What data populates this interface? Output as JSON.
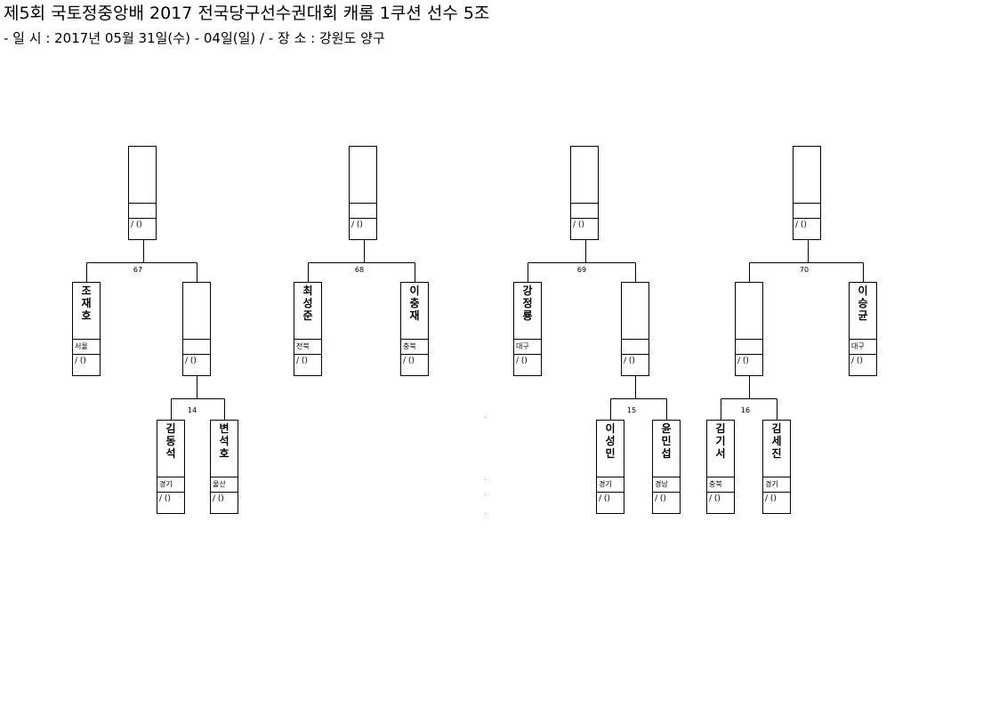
{
  "header": {
    "title": "제5회 국토정중앙배 2017 전국당구선수권대회 캐롬 1쿠션 선수 5조",
    "subtitle": "- 일 시 : 2017년 05월 31일(수) - 04일(일) / - 장 소 : 강원도 양구"
  },
  "bracket": {
    "winners": [
      {
        "name": "",
        "region": "",
        "score": "/ ()"
      },
      {
        "name": "",
        "region": "",
        "score": "/ ()"
      },
      {
        "name": "",
        "region": "",
        "score": "/ ()"
      },
      {
        "name": "",
        "region": "",
        "score": "/ ()"
      }
    ],
    "round2": [
      {
        "match": "67",
        "left": {
          "name": "조재호",
          "region": "서울",
          "score": "/ ()"
        },
        "right": {
          "name": "",
          "region": "",
          "score": "/ ()"
        }
      },
      {
        "match": "68",
        "left": {
          "name": "최성준",
          "region": "전북",
          "score": "/ ()"
        },
        "right": {
          "name": "이충재",
          "region": "충북",
          "score": "/ ()"
        }
      },
      {
        "match": "69",
        "left": {
          "name": "강정룡",
          "region": "대구",
          "score": "/ ()"
        },
        "right": {
          "name": "",
          "region": "",
          "score": "/ ()"
        }
      },
      {
        "match": "70",
        "left": {
          "name": "",
          "region": "",
          "score": "/ ()"
        },
        "right": {
          "name": "이승균",
          "region": "대구",
          "score": "/ ()"
        }
      }
    ],
    "round1": [
      {
        "match": "14",
        "left": {
          "name": "김동석",
          "region": "경기",
          "score": "/ ()"
        },
        "right": {
          "name": "변석호",
          "region": "울산",
          "score": "/ ()"
        }
      },
      {
        "match": "15",
        "left": {
          "name": "이성민",
          "region": "경기",
          "score": "/ ()"
        },
        "right": {
          "name": "윤민섭",
          "region": "경남",
          "score": "/ ()"
        }
      },
      {
        "match": "16",
        "left": {
          "name": "김기서",
          "region": "충북",
          "score": "/ ()"
        },
        "right": {
          "name": "김세진",
          "region": "경기",
          "score": "/ ()"
        }
      }
    ]
  }
}
